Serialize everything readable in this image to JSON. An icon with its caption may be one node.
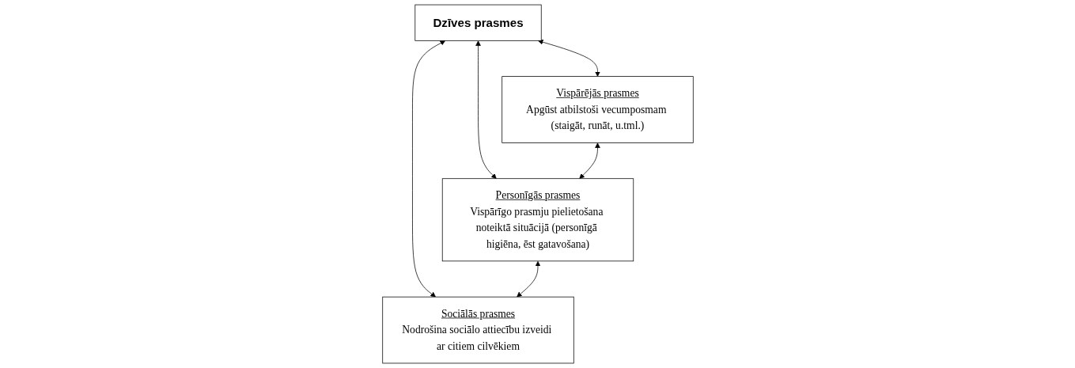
{
  "diagram": {
    "nodes": [
      {
        "text": [
          "Dzīves prasmes"
        ]
      },
      {
        "text": [
          "Vispārējās prasmes",
          "Apgūst atbilstoši vecumposmam (staigāt, runāt, u.tml.)"
        ]
      },
      {
        "text": [
          "Personīgās prasmes",
          "Vispārīgo prasmju pielietošana noteiktā situācijā (personīgā higiēna, ēst gatavošana)"
        ]
      },
      {
        "text": [
          "Sociālās prasmes",
          "Nodrošina sociālo attiecību izveidi ar citiem cilvēkiem"
        ]
      }
    ],
    "edges": [
      {
        "from": 0,
        "to": 1,
        "arrow": "both"
      },
      {
        "from": 0,
        "to": 2,
        "arrow": "both"
      },
      {
        "from": 0,
        "to": 3,
        "arrow": "both"
      },
      {
        "from": 1,
        "to": 2,
        "arrow": "both"
      },
      {
        "from": 2,
        "to": 3,
        "arrow": "both"
      }
    ]
  }
}
